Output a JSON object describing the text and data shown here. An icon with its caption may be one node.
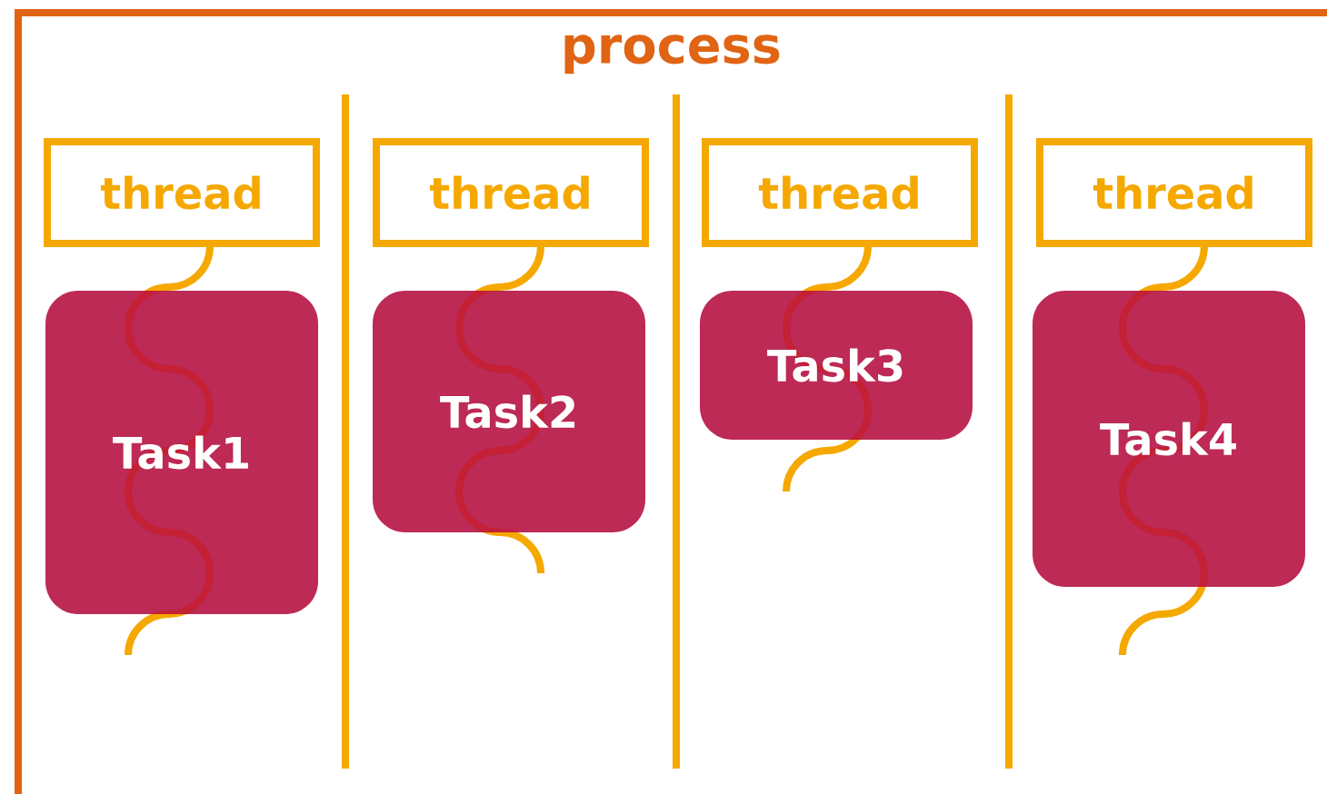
{
  "diagram": {
    "nodes": [
      {
        "text": [
          "process"
        ]
      },
      {
        "text": [
          "thread"
        ],
        "in": 0
      },
      {
        "text": [
          "Task1"
        ],
        "in": 0
      },
      {
        "text": [
          "thread"
        ],
        "in": 0
      },
      {
        "text": [
          "Task2"
        ],
        "in": 0
      },
      {
        "text": [
          "thread"
        ],
        "in": 0
      },
      {
        "text": [
          "Task3"
        ],
        "in": 0
      },
      {
        "text": [
          "thread"
        ],
        "in": 0
      },
      {
        "text": [
          "Task4"
        ],
        "in": 0
      }
    ]
  }
}
